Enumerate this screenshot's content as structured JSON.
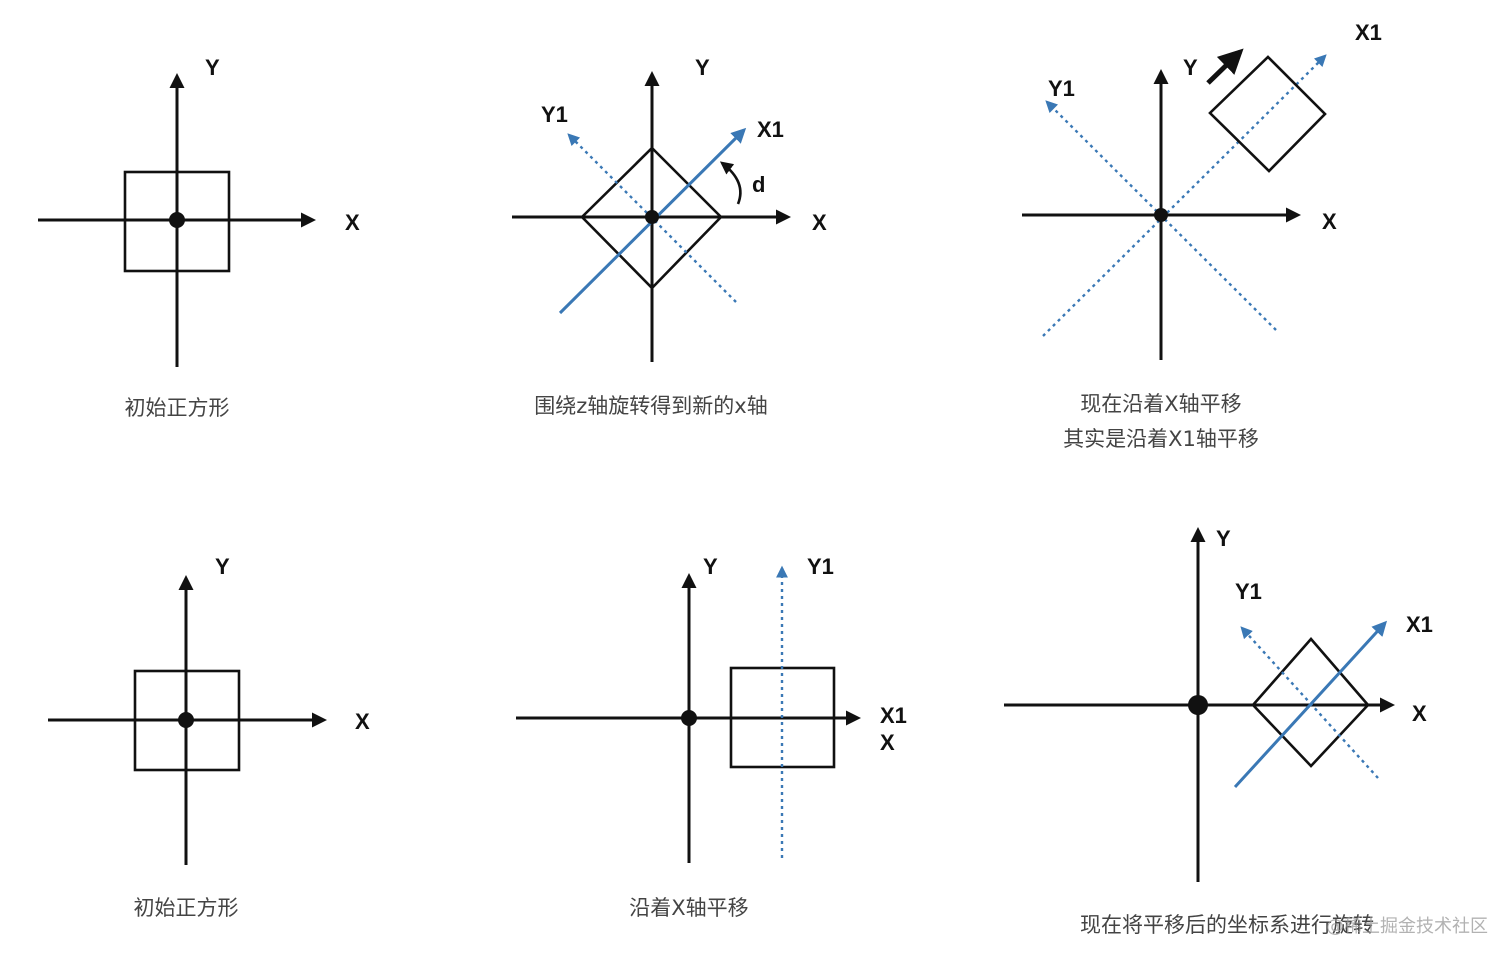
{
  "panels": [
    {
      "labels": {
        "y": "Y",
        "x": "X"
      },
      "caption": [
        "初始正方形"
      ]
    },
    {
      "labels": {
        "y": "Y",
        "x": "X",
        "y1": "Y1",
        "x1": "X1",
        "angle": "d"
      },
      "caption": [
        "围绕z轴旋转得到新的x轴"
      ]
    },
    {
      "labels": {
        "y": "Y",
        "x": "X",
        "y1": "Y1",
        "x1": "X1"
      },
      "caption": [
        "现在沿着X轴平移",
        "其实是沿着X1轴平移"
      ]
    },
    {
      "labels": {
        "y": "Y",
        "x": "X"
      },
      "caption": [
        "初始正方形"
      ]
    },
    {
      "labels": {
        "y": "Y",
        "x": "X",
        "y1": "Y1",
        "x1": "X1"
      },
      "caption": [
        "沿着X轴平移"
      ]
    },
    {
      "labels": {
        "y": "Y",
        "x": "X",
        "y1": "Y1",
        "x1": "X1"
      },
      "caption": [
        "现在将平移后的坐标系进行旋转"
      ]
    }
  ],
  "watermark": "@稀土掘金技术社区",
  "colors": {
    "axis": "#111111",
    "rotated_axis": "#3a78b5"
  }
}
